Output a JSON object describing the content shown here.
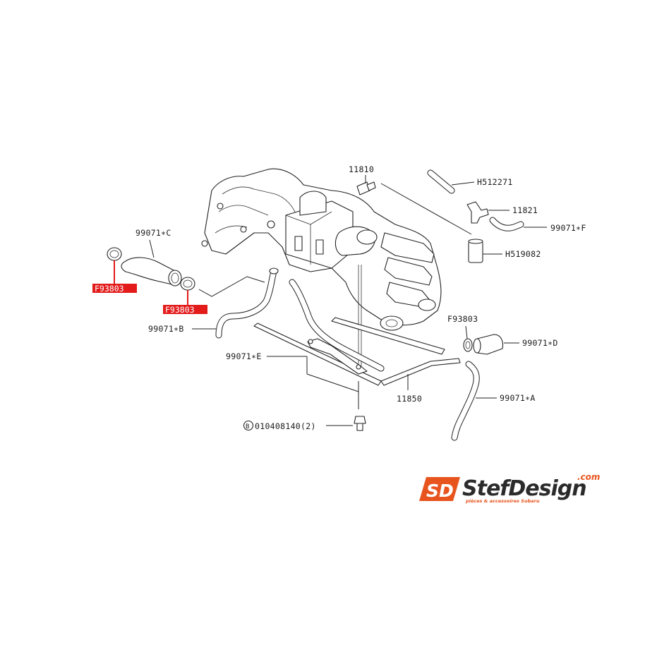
{
  "labels": {
    "p11810": "11810",
    "pH512271": "H512271",
    "p11821": "11821",
    "p99071F": "99071∗F",
    "pH519082": "H519082",
    "p99071C": "99071∗C",
    "pF93803_left1": "F93803",
    "pF93803_left2": "F93803",
    "p99071B": "99071∗B",
    "p99071E": "99071∗E",
    "pF93803_right": "F93803",
    "p99071D": "99071∗D",
    "p11850": "11850",
    "p99071A": "99071∗A",
    "bolt_marker": "B",
    "bolt": "010408140(2)"
  },
  "logo": {
    "mark": "SD",
    "word": "StefDesign",
    "domain": ".com",
    "tagline": "pièces & accessoires Subaru"
  },
  "colors": {
    "highlight": "#e31b1b",
    "brand": "#e8541e",
    "ink": "#222222"
  }
}
